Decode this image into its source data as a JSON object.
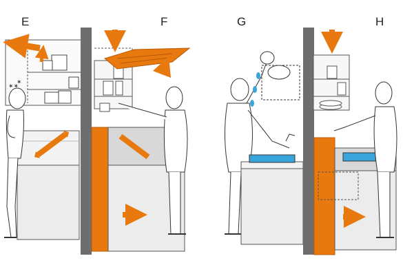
{
  "panels": [
    {
      "id": "E",
      "label": "E"
    },
    {
      "id": "F",
      "label": "F"
    },
    {
      "id": "G",
      "label": "G"
    },
    {
      "id": "H",
      "label": "H"
    }
  ],
  "colors": {
    "accent": "#e8790f",
    "accent_dark": "#b85a05",
    "divider": "#6e6e6e",
    "counter_face": "#ececec",
    "counter_top": "#c8c8c8",
    "water": "#3aa5dc",
    "outline": "#333333"
  }
}
